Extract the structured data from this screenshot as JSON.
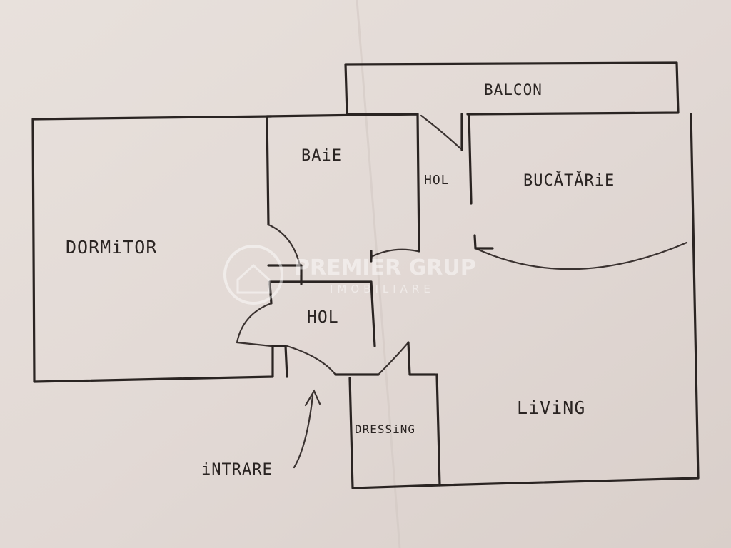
{
  "rooms": {
    "balcon": "BALCON",
    "baie": "BAiE",
    "hol_top": "HOL",
    "bucatarie": "BUCĂTĂRiE",
    "dormitor": "DORMiTOR",
    "hol_center": "HOL",
    "living": "LiViNG",
    "dressing": "DRESSiNG"
  },
  "entrance_label": "iNTRARE",
  "watermark": {
    "brand": "PREMIER GRUP",
    "sub": "IMOBILIARE"
  },
  "colors": {
    "paper": "#e4dcd8",
    "ink": "#2a2422",
    "pencil": "#4a3c36"
  }
}
